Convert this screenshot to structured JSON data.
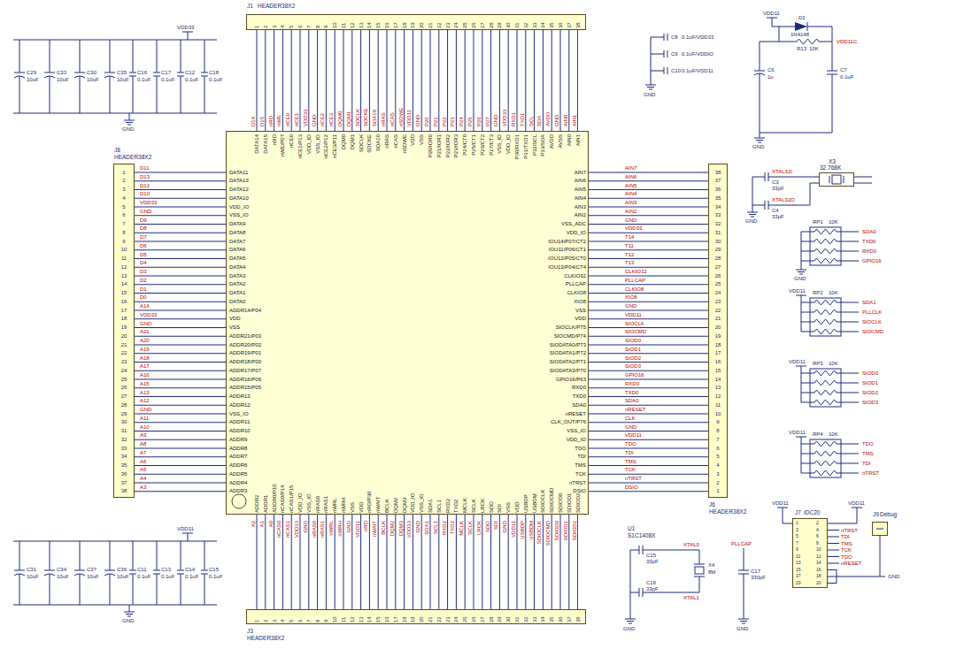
{
  "diagram": {
    "nodes": [
      {
        "text": [
          "U1",
          "S1C1408X"
        ]
      },
      {
        "text": [
          "J1",
          "HEADER38X2"
        ]
      },
      {
        "text": [
          "J8",
          "HEADER38X2"
        ]
      },
      {
        "text": [
          "J6",
          "HEADER38X2"
        ]
      },
      {
        "text": [
          "J3",
          "HEADER38X2"
        ]
      },
      {
        "text": [
          "X3",
          "32.768K"
        ]
      },
      {
        "text": [
          "J7",
          "IDC20"
        ]
      },
      {
        "text": [
          "J9",
          "Debug"
        ]
      }
    ],
    "labels": [
      "D11",
      "D13",
      "D12",
      "D10",
      "VDD33",
      "GND",
      "D9",
      "D8",
      "D7",
      "D6",
      "D5",
      "D4",
      "D3",
      "D2",
      "D1",
      "D0",
      "A14",
      "VDD33",
      "GND",
      "A21",
      "A20",
      "A19",
      "A18",
      "A17",
      "A16",
      "A15",
      "A13",
      "A12",
      "GND",
      "A11",
      "A10",
      "A9",
      "A8",
      "A7",
      "A6",
      "A5",
      "A4",
      "A3",
      "DATA11",
      "DATA13",
      "DATA12",
      "DATA10",
      "VDD_IO",
      "VSS_IO",
      "DATA9",
      "DATA8",
      "DATA7",
      "DATA6",
      "DATA5",
      "DATA4",
      "DATA3",
      "DATA2",
      "DATA1",
      "DATA0",
      "ADDR14/P04",
      "VDD",
      "VSS",
      "ADDR21/P03",
      "ADDR20/P02",
      "ADDR19/P01",
      "ADDR18/P00",
      "ADDR17/P07",
      "ADDR16/P06",
      "ADDR15/P05",
      "ADDR13",
      "ADDR12",
      "VSS_IO",
      "ADDR11",
      "ADDR10",
      "ADDR9",
      "ADDR8",
      "ADDR7",
      "ADDR6",
      "ADDR5",
      "ADDR4",
      "ADDR3",
      "1",
      "2",
      "3",
      "4",
      "5",
      "6",
      "7",
      "8",
      "9",
      "10",
      "11",
      "12",
      "13",
      "14",
      "15",
      "16",
      "17",
      "18",
      "19",
      "20",
      "21",
      "22",
      "23",
      "24",
      "25",
      "26",
      "27",
      "28",
      "29",
      "30",
      "31",
      "32",
      "33",
      "34",
      "35",
      "36",
      "37",
      "38",
      "AIN7",
      "AIN6",
      "AIN5",
      "AIN4",
      "AIN3",
      "AIN2",
      "GND",
      "VDD33",
      "T14",
      "T11",
      "T12",
      "T13",
      "CLKIO32",
      "PLLCAP",
      "CLKIO8",
      "XIO8",
      "GND",
      "VDD11",
      "SIOCLK",
      "SIOCMD",
      "SIOD0",
      "SIOD1",
      "SIOD2",
      "SIOD3",
      "GPIO16",
      "RXD0",
      "TXD0",
      "SDA0",
      "nRESET",
      "CLK",
      "GND",
      "VDD11",
      "TDO",
      "TDI",
      "TMS",
      "TCK",
      "nTRST",
      "DSIO",
      "AIN7",
      "AIN6",
      "AIN5",
      "AIN4",
      "AIN3",
      "AIN2",
      "VSS_ADC",
      "VDD_IO",
      "IOU14/P07/CT2",
      "IOU11/P06/CT1",
      "IOU12/P05/CT0",
      "IOU13/P04/CT4",
      "CLKIO32",
      "PLLCAP",
      "CLKIO8",
      "XIO8",
      "VSS",
      "VDD",
      "SIOCLK/P75",
      "SIOCMD/P74",
      "SIODATA0/P73",
      "SIODATA1/P72",
      "SIODATA2/P71",
      "SIODATA3/P70",
      "GPIO16/P63",
      "RXD0",
      "TXD0",
      "SDA0",
      "nRESET",
      "CLK_OUT/P76",
      "VSS_IO",
      "VDD_IO",
      "TDO",
      "TDI",
      "TMS",
      "TCK",
      "nTRST",
      "DSIO",
      "38",
      "37",
      "36",
      "35",
      "34",
      "33",
      "32",
      "31",
      "30",
      "29",
      "28",
      "27",
      "26",
      "25",
      "24",
      "23",
      "22",
      "21",
      "20",
      "19",
      "18",
      "17",
      "16",
      "15",
      "14",
      "13",
      "12",
      "11",
      "10",
      "9",
      "8",
      "7",
      "6",
      "5",
      "4",
      "3",
      "2",
      "1",
      "D14",
      "D15",
      "nRD",
      "nWE",
      "nCE0",
      "nCE1",
      "VDD33",
      "GND",
      "nCE2",
      "nCE3",
      "DQM0",
      "DQM1",
      "SDCLK",
      "SDCKE",
      "SDA10",
      "nRAS",
      "nCAS",
      "nSDWE",
      "VDD11",
      "GND",
      "P20",
      "P21",
      "P22",
      "P23",
      "P24",
      "P25",
      "P26",
      "P27",
      "GND",
      "VDD33",
      "RXD1",
      "TXD1",
      "SCL",
      "SDA",
      "AVDD",
      "GND",
      "AIN0",
      "AIN1",
      "DATA14",
      "DATA15",
      "nRD",
      "nWE/P07",
      "nCE0",
      "nCE1/P13",
      "VDD_IO",
      "VSS_IO",
      "nCE2/P12",
      "nCE3/P11",
      "DQM0",
      "DQM1",
      "SDCLK",
      "SDCKE",
      "SDA10",
      "nRAS",
      "nCAS",
      "nSDWE",
      "VDD",
      "VSS",
      "P20/IOR0",
      "P21/IOR1",
      "P22/IOR2",
      "P23/IOR3",
      "P24/CT0",
      "P25/CT1",
      "P26/CT2",
      "P27/CT3",
      "VSS_IO",
      "VDD_IO",
      "P30/RXD1",
      "P31/TXD1",
      "P32/SCL",
      "P33/SDA",
      "AVDD",
      "AVSS",
      "AIN0",
      "AIN1",
      "1",
      "2",
      "3",
      "4",
      "5",
      "6",
      "7",
      "8",
      "9",
      "10",
      "11",
      "12",
      "13",
      "14",
      "15",
      "16",
      "17",
      "18",
      "19",
      "20",
      "21",
      "22",
      "23",
      "24",
      "25",
      "26",
      "27",
      "28",
      "29",
      "30",
      "31",
      "32",
      "33",
      "34",
      "35",
      "36",
      "37",
      "38",
      "A2",
      "A1",
      "A0",
      "nCAS0",
      "nCAS1",
      "VDD33",
      "GND",
      "nRAS0",
      "nRAS1",
      "nWRL",
      "nWRH",
      "GND",
      "VDD11",
      "nRD",
      "nWAIT",
      "BCLK",
      "DQM2",
      "DQM3",
      "VDD33",
      "GND",
      "SDA1",
      "SCL1",
      "RXD2",
      "TXD2",
      "MCLK",
      "SCLK",
      "LRCK",
      "SDO",
      "SDI",
      "GND",
      "VDD11",
      "USBDP",
      "USBDM",
      "SDIOCLK",
      "SDIOCMD",
      "SDIOD0",
      "SDIOD1",
      "SDIOD2",
      "ADDR2",
      "ADDR1",
      "ADDR0/P10",
      "nCAS0/P14",
      "nCAS1/P15",
      "VDD_IO",
      "VSS_IO",
      "nRAS0",
      "nRAS1",
      "nWRL",
      "nWRH",
      "VSS",
      "VDD",
      "nRD/P30",
      "nWAIT",
      "BCLK",
      "DQM2",
      "DQM3",
      "VDD_IO",
      "VSS_IO",
      "SDA1",
      "SCL1",
      "RXD2",
      "TXD2",
      "MCLK",
      "SCLK",
      "LRCK",
      "SDO",
      "SDI",
      "VSS",
      "VDD",
      "USBDP",
      "USBDM",
      "SDIOCLK",
      "SDIOCMD",
      "SDIOD0",
      "SDIOD1",
      "SDIOD2",
      "1",
      "2",
      "3",
      "4",
      "5",
      "6",
      "7",
      "8",
      "9",
      "10",
      "11",
      "12",
      "13",
      "14",
      "15",
      "16",
      "17",
      "18",
      "19",
      "20",
      "21",
      "22",
      "23",
      "24",
      "25",
      "26",
      "27",
      "28",
      "29",
      "30",
      "31",
      "32",
      "33",
      "34",
      "35",
      "36",
      "37",
      "38",
      "1",
      "2",
      "3",
      "4",
      "5",
      "6",
      "7",
      "8",
      "9",
      "10",
      "11",
      "12",
      "13",
      "14",
      "15",
      "16",
      "17",
      "18",
      "19",
      "20",
      "VDD33",
      "GND",
      "C29",
      "10uF",
      "C33",
      "10uF",
      "C30",
      "10uF",
      "C35",
      "10uF",
      "C16",
      "0.1uF",
      "C17",
      "0.1uF",
      "C12",
      "0.1uF",
      "C18",
      "0.1uF",
      "VDD11",
      "GND",
      "C31",
      "10uF",
      "C34",
      "10uF",
      "C37",
      "10uF",
      "C36",
      "10uF",
      "C11",
      "0.1uF",
      "C13",
      "0.1uF",
      "C14",
      "0.1uF",
      "C15",
      "0.1uF",
      "C8",
      "0.1uF/VDD33",
      "C9",
      "0.1uF/VDDIO",
      "C10",
      "0.1uF/VDD11",
      "GND",
      "VDD11",
      "D1",
      "1N4148",
      "R13",
      "10K",
      "VDD11C",
      "C6",
      "1u",
      "C7",
      "0.1uF",
      "GND",
      "XTAL32I",
      "C3",
      "33pF",
      "XTAL32O",
      "C4",
      "33pF",
      "GND",
      "RP1",
      "10K",
      "SDA0",
      "TXD0",
      "RXD0",
      "GPIO16",
      "GND",
      "VDD11",
      "RP2",
      "10K",
      "SDA1",
      "PLLCLK",
      "SIOCLK",
      "SIOCMD",
      "VDD11",
      "RP3",
      "10K",
      "SIOD0",
      "SIOD1",
      "SIOD2",
      "SIOD3",
      "VDD11",
      "RP4",
      "10K",
      "TDO",
      "TMS",
      "TDI",
      "nTRST",
      "VDD11",
      "VDD11",
      "nTRST",
      "TDI",
      "TMS",
      "TCK",
      "TDO",
      "nRESET",
      "GND",
      "C15",
      "33pF",
      "C16",
      "33pF",
      "XTAL0",
      "X4",
      "8M",
      "XTAL1",
      "PLLCAP",
      "C17",
      "330pF",
      "GND",
      "GND"
    ]
  }
}
